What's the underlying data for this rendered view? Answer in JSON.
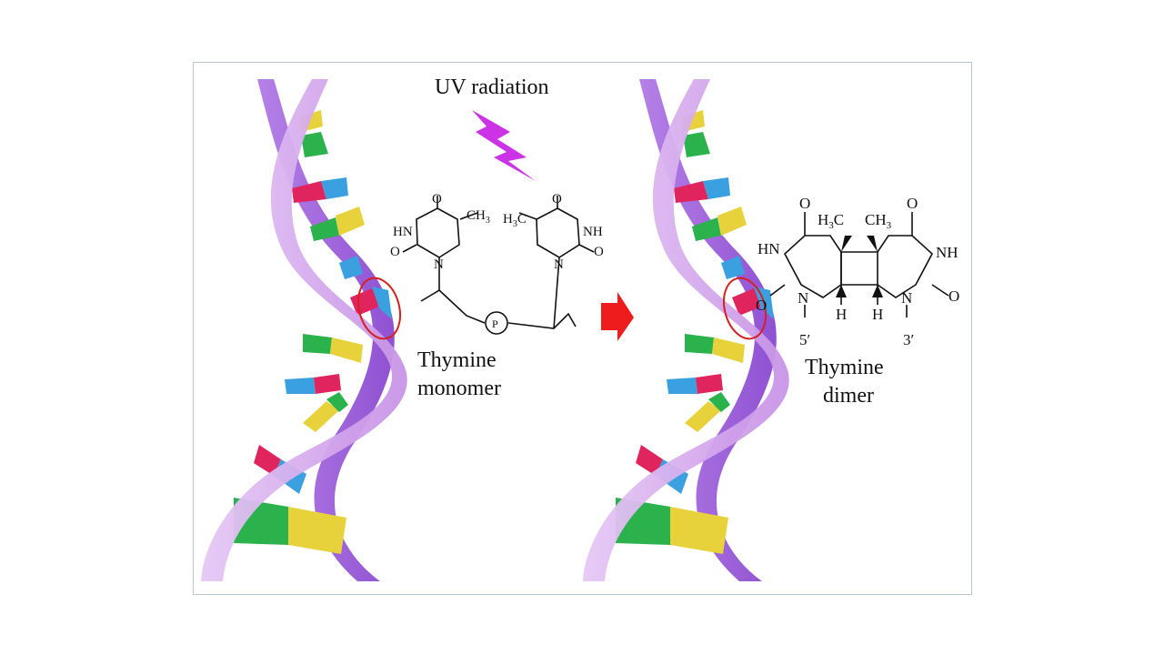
{
  "labels": {
    "uv": "UV radiation",
    "monomer_line1": "Thymine",
    "monomer_line2": "monomer",
    "dimer_line1": "Thymine",
    "dimer_line2": "dimer"
  },
  "monomer_chem": {
    "left": {
      "o_top": "O",
      "hn": "HN",
      "o_left": "O",
      "n": "N",
      "ch3": "CH",
      "ch3_sub": "3"
    },
    "right": {
      "o_top": "O",
      "h3c": "H",
      "h3c_sub": "3",
      "h3c_c": "C",
      "nh": "NH",
      "o_right": "O",
      "n": "N"
    },
    "phosphate": "P"
  },
  "dimer_chem": {
    "o_top_left": "O",
    "o_top_right": "O",
    "h3c": "H",
    "h3c_sub": "3",
    "h3c_c": "C",
    "ch3": "CH",
    "ch3_sub": "3",
    "hn": "HN",
    "nh": "NH",
    "o_left": "O",
    "o_right": "O",
    "n_left": "N",
    "n_right": "N",
    "h_left": "H",
    "h_right": "H",
    "prime_5": "5′",
    "prime_3": "3′"
  },
  "colors": {
    "strand_dark": "#9b59d6",
    "strand_light": "#d7b2ee",
    "uv_bolt": "#cc33e6",
    "arrow": "#ee1c1c",
    "highlight_circle": "#d42020",
    "base_colors": [
      "#e8d23c",
      "#2bb24c",
      "#e0245e",
      "#3aa0e0"
    ]
  },
  "icons": {
    "uv": "lightning-bolt-icon",
    "reaction_arrow": "right-arrow-icon"
  }
}
